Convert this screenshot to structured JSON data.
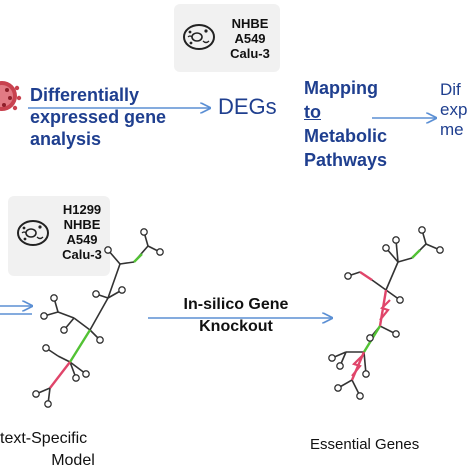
{
  "top_cell_box": {
    "lines": [
      "NHBE",
      "A549",
      "Calu-3"
    ]
  },
  "mid_cell_box": {
    "lines": [
      "H1299",
      "NHBE",
      "A549",
      "Calu-3"
    ]
  },
  "dge_step": {
    "lines": [
      "Differentially",
      "expressed gene",
      "analysis"
    ]
  },
  "degs_label": "DEGs",
  "mapping_step": {
    "lines": [
      "Mapping",
      "to",
      "Metabolic",
      "Pathways"
    ]
  },
  "right_cut": {
    "lines": [
      "Dif",
      "exp",
      "me"
    ]
  },
  "knockout_step": {
    "lines": [
      "In-silico Gene",
      "Knockout"
    ]
  },
  "context_model": {
    "lines": [
      "text-Specific",
      "Model"
    ]
  },
  "essential_label": "Essential Genes",
  "colors": {
    "arrow_blue": "#5b8fd4",
    "text_blue": "#1f3f8f",
    "edge_red": "#e0456a",
    "edge_green": "#52c234",
    "node_stroke": "#333333",
    "box_bg": "#f1f1f1"
  },
  "icons": [
    "cell-icon",
    "virus-icon",
    "metabolic-network-icon"
  ]
}
